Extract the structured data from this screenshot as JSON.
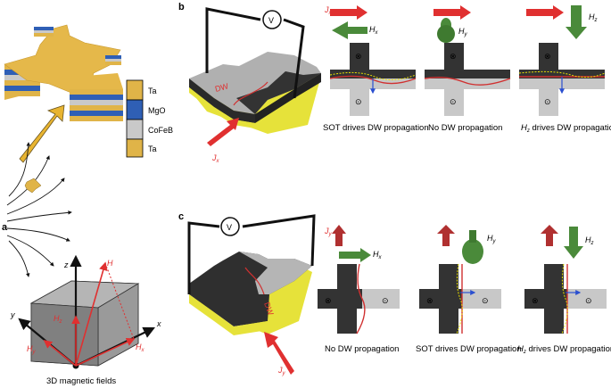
{
  "panel_a": {
    "letter": "a",
    "layers": [
      "Ta",
      "MgO",
      "CoFeB",
      "Ta"
    ],
    "layer_colors": [
      "#e0b448",
      "#2f5fb5",
      "#c9c9c9",
      "#e0b448"
    ],
    "axes": {
      "z": "z",
      "y": "y",
      "x": "x"
    },
    "fields": {
      "H": "H",
      "Hz": "H",
      "Hz_sub": "z",
      "Hy": "H",
      "Hy_sub": "y",
      "Hx": "H",
      "Hx_sub": "x"
    },
    "caption": "3D magnetic fields"
  },
  "panel_b": {
    "letter": "b",
    "voltmeter": "V",
    "dw": "DW",
    "current": "J",
    "current_sub": "x",
    "sub1": {
      "j": "J",
      "j_sub": "x",
      "h": "H",
      "h_sub": "x",
      "caption": "SOT drives DW propagation"
    },
    "sub2": {
      "h": "H",
      "h_sub": "y",
      "caption": "No DW propagation"
    },
    "sub3": {
      "h": "H",
      "h_sub": "z",
      "caption_h": "H",
      "caption_h_sub": "z",
      "caption_rest": " drives DW propagation"
    }
  },
  "panel_c": {
    "letter": "c",
    "voltmeter": "V",
    "dw": "DW",
    "current": "J",
    "current_sub": "y",
    "sub1": {
      "j": "J",
      "j_sub": "y",
      "h": "H",
      "h_sub": "x",
      "caption": "No DW propagation"
    },
    "sub2": {
      "h": "H",
      "h_sub": "y",
      "caption": "SOT drives DW propagation"
    },
    "sub3": {
      "h": "H",
      "h_sub": "z",
      "caption_h": "H",
      "caption_h_sub": "z",
      "caption_rest": " drives DW propagation"
    }
  },
  "symbols": {
    "into": "⊗",
    "out": "⊙"
  },
  "colors": {
    "dark_region": "#333333",
    "light_region": "#c8c8c8",
    "substrate": "#e6e23a",
    "current_arrow": "#e03030",
    "field_arrow": "#4a8a3a",
    "wire": "#111111",
    "dw_line": "#d03030",
    "dw_dotted": "#e8e000",
    "motion_arrow": "#2a4fd0"
  }
}
